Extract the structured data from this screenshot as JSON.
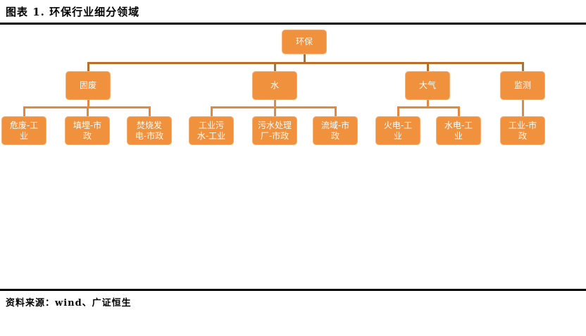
{
  "figure": {
    "title": "图表 1. 环保行业细分领域",
    "source": "资料来源：wind、广证恒生"
  },
  "colors": {
    "box_fill": "#F0913E",
    "box_border": "#F6B075",
    "box_text": "#FFFFFF",
    "connector_primary": "#BC6E28",
    "connector_secondary": "#DF8A40",
    "rule": "#000000"
  },
  "tree": {
    "root": {
      "label": "环保",
      "children": [
        {
          "label": "固废",
          "children": [
            {
              "label": "危废-工业"
            },
            {
              "label": "填埋-市政"
            },
            {
              "label": "焚烧发电-市政"
            }
          ]
        },
        {
          "label": "水",
          "children": [
            {
              "label": "工业污水-工业"
            },
            {
              "label": "污水处理厂-市政"
            },
            {
              "label": "流域-市政"
            }
          ]
        },
        {
          "label": "大气",
          "children": [
            {
              "label": "火电-工业"
            },
            {
              "label": "水电-工业"
            }
          ]
        },
        {
          "label": "监测",
          "children": [
            {
              "label": "工业-市政"
            }
          ]
        }
      ]
    }
  }
}
